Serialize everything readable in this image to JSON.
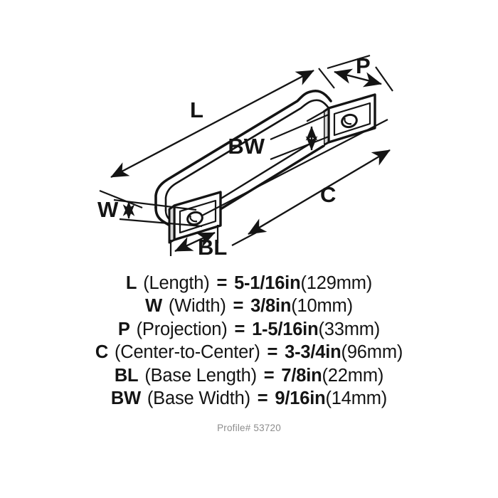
{
  "drawing": {
    "title": "cabinet-pull-handle-dimension-diagram",
    "line_color": "#141414",
    "fill_color": "#ffffff",
    "shade_color": "#b9b9b9",
    "labels": {
      "length": "L",
      "width": "W",
      "projection": "P",
      "center_to_center": "C",
      "base_length": "BL",
      "base_width": "BW"
    }
  },
  "specs": [
    {
      "code": "L",
      "desc": "(Length)",
      "eq": "=",
      "imperial": "5-1/16in",
      "metric": "(129mm)"
    },
    {
      "code": "W",
      "desc": "(Width)",
      "eq": "=",
      "imperial": "3/8in",
      "metric": "(10mm)"
    },
    {
      "code": "P",
      "desc": "(Projection)",
      "eq": "=",
      "imperial": "1-5/16in",
      "metric": "(33mm)"
    },
    {
      "code": "C",
      "desc": "(Center-to-Center)",
      "eq": "=",
      "imperial": "3-3/4in",
      "metric": "(96mm)"
    },
    {
      "code": "BL",
      "desc": "(Base Length)",
      "eq": "=",
      "imperial": "7/8in",
      "metric": "(22mm)"
    },
    {
      "code": "BW",
      "desc": "(Base Width)",
      "eq": "=",
      "imperial": "9/16in",
      "metric": "(14mm)"
    }
  ],
  "profile": {
    "text": "Profile# 53720"
  }
}
